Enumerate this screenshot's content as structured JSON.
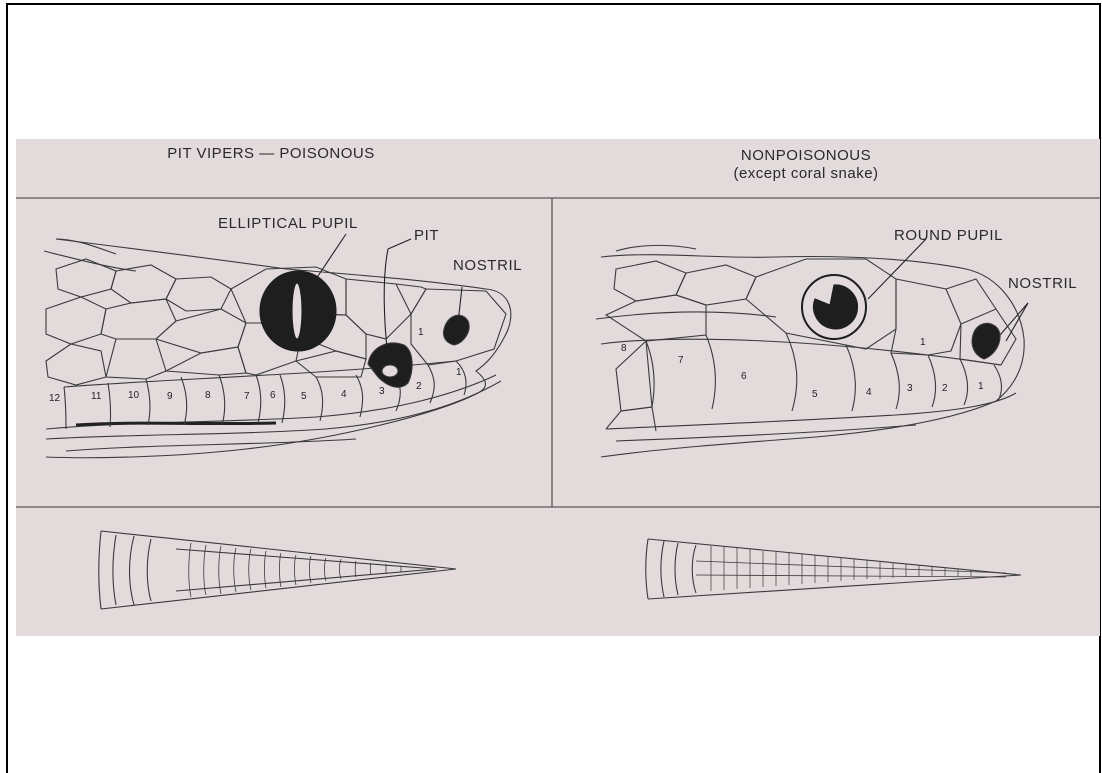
{
  "left_panel": {
    "title": "PIT VIPERS — POISONOUS",
    "labels": {
      "pupil": "ELLIPTICAL PUPIL",
      "pit": "PIT",
      "nostril": "NOSTRIL"
    },
    "scale_numbers": [
      "12",
      "11",
      "10",
      "9",
      "8",
      "7",
      "6",
      "5",
      "4",
      "3",
      "2",
      "1",
      "1"
    ]
  },
  "right_panel": {
    "title": "NONPOISONOUS",
    "subtitle": "(except coral snake)",
    "labels": {
      "pupil": "ROUND PUPIL",
      "nostril": "NOSTRIL"
    },
    "scale_numbers": [
      "8",
      "7",
      "6",
      "5",
      "4",
      "3",
      "2",
      "1",
      "1"
    ]
  },
  "colors": {
    "background": "#e2dadb",
    "ink": "#2a2a2a",
    "frame": "#000000"
  }
}
